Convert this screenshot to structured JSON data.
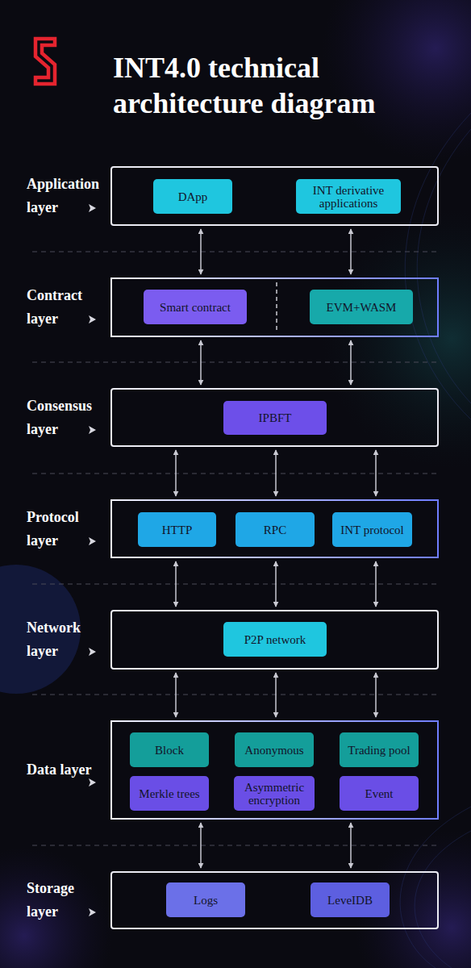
{
  "diagram": {
    "title": "INT4.0 technical architecture diagram",
    "nodes": [
      {
        "text": [
          "Application layer"
        ]
      },
      {
        "text": [
          "DApp"
        ],
        "in": 0
      },
      {
        "text": [
          "INT derivative applications"
        ],
        "in": 0
      },
      {
        "text": [
          "Contract layer"
        ]
      },
      {
        "text": [
          "Smart contract"
        ],
        "in": 3
      },
      {
        "text": [
          "EVM+WASM"
        ],
        "in": 3
      },
      {
        "text": [
          "Consensus layer"
        ]
      },
      {
        "text": [
          "IPBFT"
        ],
        "in": 6
      },
      {
        "text": [
          "Protocol layer"
        ]
      },
      {
        "text": [
          "HTTP"
        ],
        "in": 8
      },
      {
        "text": [
          "RPC"
        ],
        "in": 8
      },
      {
        "text": [
          "INT protocol"
        ],
        "in": 8
      },
      {
        "text": [
          "Network layer"
        ]
      },
      {
        "text": [
          "P2P network"
        ],
        "in": 12
      },
      {
        "text": [
          "Data layer"
        ]
      },
      {
        "text": [
          "Block"
        ],
        "in": 14
      },
      {
        "text": [
          "Anonymous"
        ],
        "in": 14
      },
      {
        "text": [
          "Trading pool"
        ],
        "in": 14
      },
      {
        "text": [
          "Merkle trees"
        ],
        "in": 14
      },
      {
        "text": [
          "Asymmetric encryption"
        ],
        "in": 14
      },
      {
        "text": [
          "Event"
        ],
        "in": 14
      },
      {
        "text": [
          "Storage layer"
        ]
      },
      {
        "text": [
          "Logs"
        ],
        "in": 21
      },
      {
        "text": [
          "LeveIDB"
        ],
        "in": 21
      }
    ],
    "edges": [
      {
        "from": 0,
        "to": 3,
        "arrow": "both"
      },
      {
        "from": 0,
        "to": 3,
        "arrow": "both"
      },
      {
        "from": 3,
        "to": 6,
        "arrow": "both"
      },
      {
        "from": 3,
        "to": 6,
        "arrow": "both"
      },
      {
        "from": 6,
        "to": 8,
        "arrow": "both"
      },
      {
        "from": 6,
        "to": 8,
        "arrow": "both"
      },
      {
        "from": 6,
        "to": 8,
        "arrow": "both"
      },
      {
        "from": 8,
        "to": 12,
        "arrow": "both"
      },
      {
        "from": 8,
        "to": 12,
        "arrow": "both"
      },
      {
        "from": 8,
        "to": 12,
        "arrow": "both"
      },
      {
        "from": 12,
        "to": 14,
        "arrow": "both"
      },
      {
        "from": 12,
        "to": 14,
        "arrow": "both"
      },
      {
        "from": 12,
        "to": 14,
        "arrow": "both"
      },
      {
        "from": 14,
        "to": 21,
        "arrow": "both"
      },
      {
        "from": 14,
        "to": 21,
        "arrow": "both"
      }
    ]
  }
}
